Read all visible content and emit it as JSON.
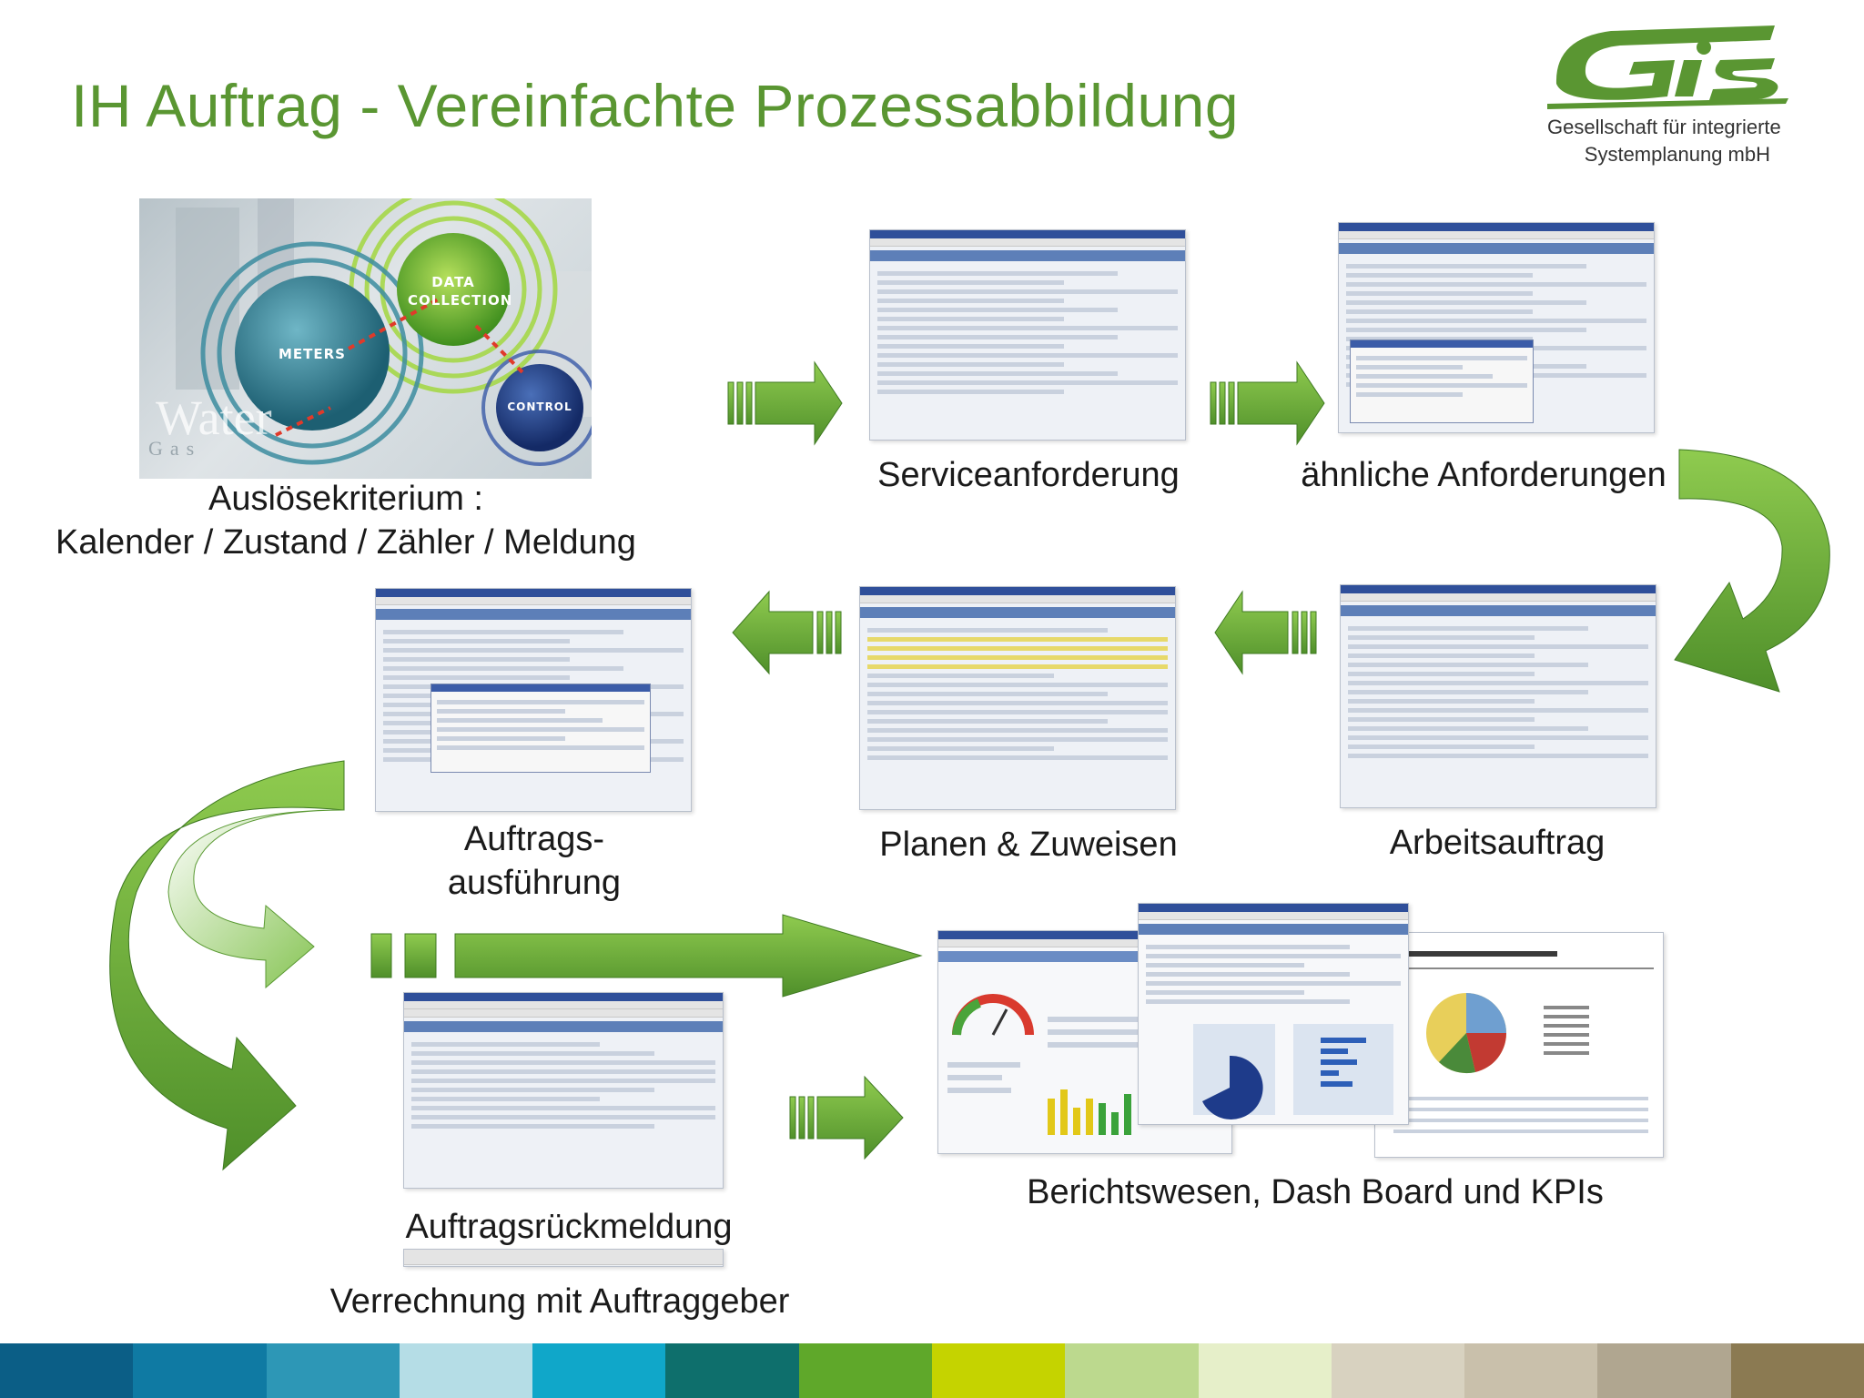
{
  "slide": {
    "title": "IH Auftrag - Vereinfachte Prozessabbildung"
  },
  "logo": {
    "mark_text": "GIS",
    "company_line1": "Gesellschaft für integrierte",
    "company_line2": "Systemplanung mbH",
    "color": "#5a9632"
  },
  "trigger": {
    "bubbles": [
      "DATA COLLECTION",
      "METERS",
      "CONTROL"
    ],
    "background_word": "Water",
    "background_word2": "Gas",
    "label_line1": "Auslösekriterium :",
    "label_line2": "Kalender / Zustand / Zähler / Meldung"
  },
  "steps": {
    "service_request": "Serviceanforderung",
    "similar_requests": "ähnliche Anforderungen",
    "work_order": "Arbeitsauftrag",
    "plan_assign": "Planen & Zuweisen",
    "execution_line1": "Auftrags-",
    "execution_line2": "ausführung",
    "feedback": "Auftragsrückmeldung",
    "billing": "Verrechnung mit Auftraggeber",
    "reporting": "Berichtswesen, Dash Board und KPIs"
  },
  "colors": {
    "accent": "#5a9632",
    "arrow_light": "#8cc84b",
    "arrow_dark": "#4f8f2a",
    "stripe": [
      "#0b5e86",
      "#0f7aa3",
      "#2d97b6",
      "#b5dde6",
      "#10a7c9",
      "#0e6f6c",
      "#5fa82a",
      "#c5d300",
      "#bcd98e",
      "#e6efc9",
      "#d8d2c0",
      "#c9c0ab",
      "#b0a690",
      "#8b7a52"
    ]
  }
}
